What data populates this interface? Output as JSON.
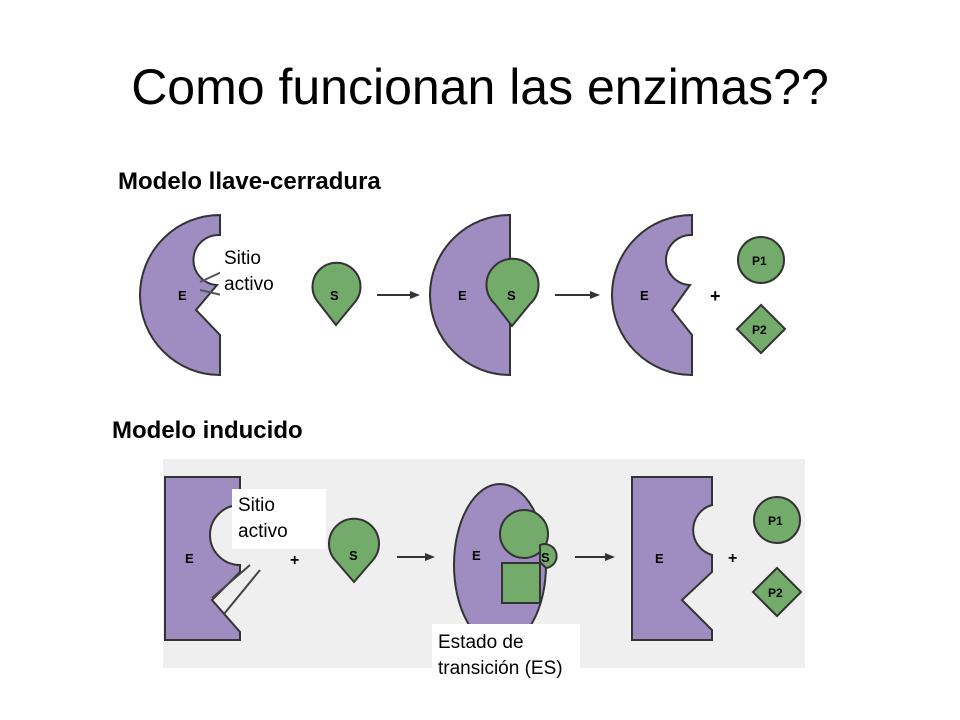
{
  "title": "Como funcionan las enzimas??",
  "section_lock_key": "Modelo llave-cerradura",
  "section_induced": "Modelo inducido",
  "labels": {
    "active_site_1": "Sitio activo",
    "active_site_2": "Sitio activo",
    "transition_state": "Estado de transición (ES)"
  },
  "symbols": {
    "enzyme": "E",
    "substrate": "S",
    "product_1": "P1",
    "product_2": "P2",
    "plus": "+"
  },
  "colors": {
    "enzyme": "#9f8cc1",
    "substrate": "#73ab6a",
    "band": "#efefef"
  }
}
